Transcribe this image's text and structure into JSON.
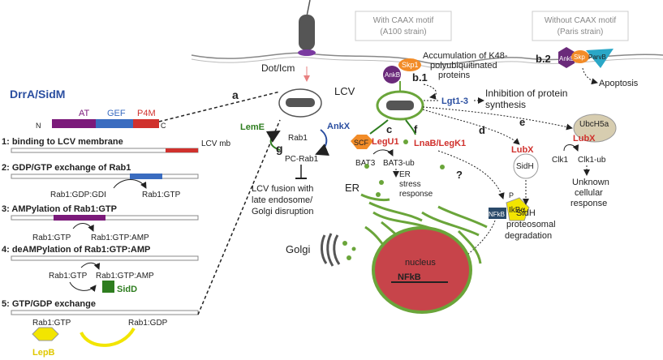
{
  "top_labels": {
    "with_caax": "With CAAX motif",
    "with_caax_strain": "(A100 strain)",
    "without_caax": "Without CAAX motif",
    "without_caax_strain": "(Paris strain)",
    "dot_icm": "Dot/Icm",
    "lcv": "LCV"
  },
  "drra": {
    "title": "DrrA/SidM",
    "domain_at": "AT",
    "domain_gef": "GEF",
    "domain_p4m": "P4M",
    "n": "N",
    "c": "C",
    "lcv_mb": "LCV mb",
    "steps": [
      "1: binding to LCV membrane",
      "2: GDP/GTP exchange of Rab1",
      "3: AMPylation of Rab1:GTP",
      "4: deAMPylation of Rab1:GTP:AMP",
      "5: GTP/GDP exchange"
    ],
    "s2_left": "Rab1:GDP:GDI",
    "s2_right": "Rab1:GTP",
    "s3_left": "Rab1:GTP",
    "s3_right": "Rab1:GTP:AMP",
    "s4_left": "Rab1:GTP",
    "s4_right": "Rab1:GTP:AMP",
    "sidd": "SidD",
    "s5_left": "Rab1:GTP",
    "s5_right": "Rab1:GDP",
    "lepb": "LepB"
  },
  "panel_a": {
    "letter": "a",
    "g": "g",
    "leme": "LemE",
    "rab1": "Rab1",
    "ankx": "AnkX",
    "pc_rab1": "PC-Rab1",
    "fusion_1": "LCV fusion with",
    "fusion_2": "late endosome/",
    "fusion_3": "Golgi disruption"
  },
  "host": {
    "b1": "b.1",
    "b2": "b.2",
    "c": "c",
    "d": "d",
    "e": "e",
    "f": "f",
    "skp1": "Skp1",
    "ankb": "AnkB",
    "skp": "Skp",
    "parvb": "ParvB",
    "apoptosis": "Apoptosis",
    "accum_1": "Accumulation of K48-",
    "accum_2": "polyubiquitinated",
    "accum_3": "proteins",
    "lgt": "Lgt1-3",
    "inhib_1": "Inhibition of protein",
    "inhib_2": "synthesis",
    "scf": "SCF",
    "legu1": "LegU1",
    "bat3": "BAT3",
    "bat3ub": "BAT3-ub",
    "er_stress_1": "ER",
    "er_stress_2": "stress",
    "er_stress_3": "response",
    "lnab": "LnaB/LegK1",
    "question": "?",
    "p": "P",
    "ikba": "IkBα",
    "nfkb": "NFkB",
    "lubx": "LubX",
    "sidh": "SidH",
    "sidh_deg_1": "SidH",
    "sidh_deg_2": "proteosomal",
    "sidh_deg_3": "degradation",
    "ubch5a": "UbcH5a",
    "lubx2": "LubX",
    "clk1": "Clk1",
    "clk1ub": "Clk1-ub",
    "unknown_1": "Unknown",
    "unknown_2": "cellular",
    "unknown_3": "response",
    "er": "ER",
    "golgi": "Golgi",
    "nucleus": "nucleus",
    "nucleus_nfkb": "NFkB"
  },
  "colors": {
    "at": "#7b1a7a",
    "gef": "#3a6cc0",
    "p4m": "#d0312d",
    "green": "#2e7d1f",
    "er_green": "#6aa53a",
    "nucleus": "#c7444a",
    "lepb": "#f2e500",
    "skp_orange": "#f28c28",
    "ankb_purple": "#6a2a7a",
    "parvb_teal": "#2aa7c7"
  }
}
